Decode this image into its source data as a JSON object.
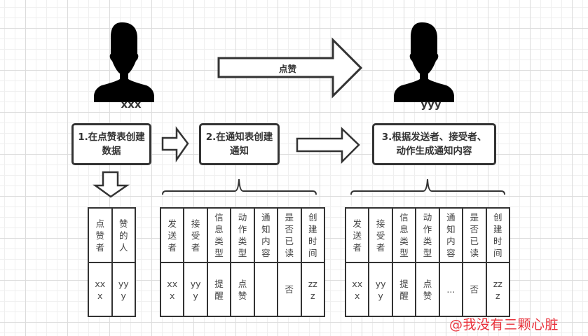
{
  "diagram": {
    "sender": {
      "name": "xxx",
      "icon": "user-silhouette-icon"
    },
    "receiver": {
      "name": "yyy",
      "icon": "user-silhouette-icon"
    },
    "action_arrow_label": "点赞",
    "steps": [
      {
        "label": "1.在点赞表创建数据"
      },
      {
        "label": "2.在通知表创建通知"
      },
      {
        "label": "3.根据发送者、接受者、动作生成通知内容"
      }
    ]
  },
  "tables": {
    "like_table": {
      "headers": [
        "点赞者",
        "赞的人"
      ],
      "values": [
        "xxx",
        "yyy"
      ]
    },
    "notification_table": {
      "headers": [
        "发送者",
        "接受者",
        "信息类型",
        "动作类型",
        "通知内容",
        "是否已读",
        "创建时间"
      ],
      "values": [
        "xxx",
        "yyy",
        "提醒",
        "点赞",
        "",
        "否",
        "zzz"
      ]
    },
    "generated_notification": {
      "headers": [
        "发送者",
        "接受者",
        "信息类型",
        "动作类型",
        "通知内容",
        "是否已读",
        "创建时间"
      ],
      "values": [
        "xxx",
        "yyy",
        "提醒",
        "点赞",
        "...",
        "否",
        "zzz"
      ]
    }
  },
  "watermark": "@我没有三颗心脏",
  "colors": {
    "stroke": "#333333",
    "watermark": "#e8303a",
    "grid": "#dcdcdc"
  }
}
